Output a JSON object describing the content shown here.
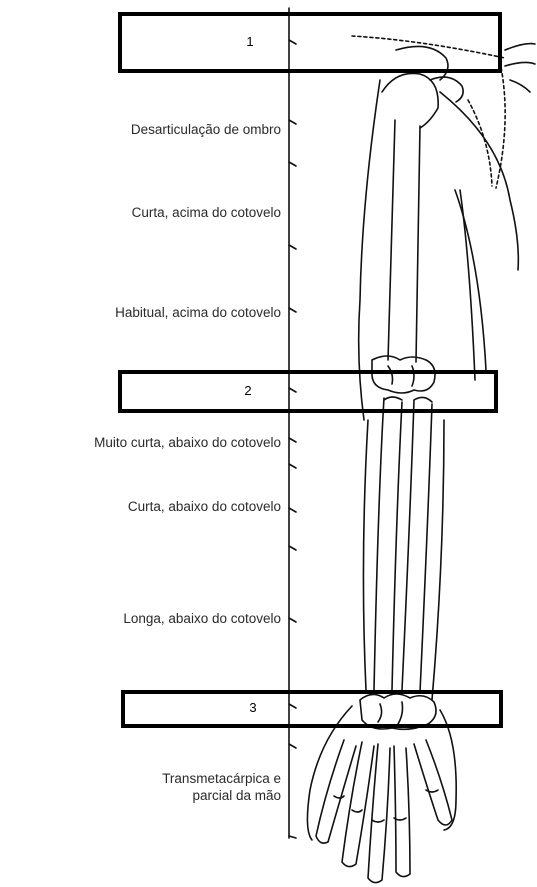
{
  "diagram": {
    "levels": [
      {
        "id": "desarticulacao-ombro",
        "label": "Desarticulação de ombro"
      },
      {
        "id": "curta-acima",
        "label": "Curta, acima do cotovelo"
      },
      {
        "id": "habitual-acima",
        "label": "Habitual, acima do cotovelo"
      },
      {
        "id": "muito-curta-abaixo",
        "label": "Muito curta, abaixo do cotovelo"
      },
      {
        "id": "curta-abaixo",
        "label": "Curta, abaixo do cotovelo"
      },
      {
        "id": "longa-abaixo",
        "label": "Longa, abaixo do cotovelo"
      },
      {
        "id": "transmetacarpica",
        "label": "Transmetacárpica e parcial da mão"
      }
    ],
    "zones": [
      {
        "id": "zone-1",
        "number": "1"
      },
      {
        "id": "zone-2",
        "number": "2"
      },
      {
        "id": "zone-3",
        "number": "3"
      }
    ]
  }
}
